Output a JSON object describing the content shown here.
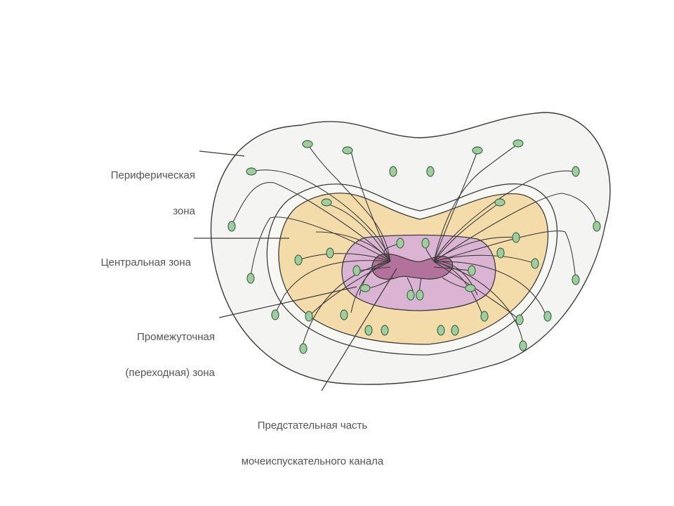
{
  "labels": {
    "peripheral": [
      "Периферическая",
      "зона"
    ],
    "central": "Центральная зона",
    "transitional": [
      "Промежуточная",
      "(переходная) зона"
    ],
    "urethra": [
      "Предстательная часть",
      "мочеиспускательного канала"
    ]
  },
  "colors": {
    "outline": "#3d3d3d",
    "peripheral_fill": "#f4f4f2",
    "central_fill": "#f3dca9",
    "transitional_fill": "#dab4d2",
    "urethra_fill": "#b2729c",
    "gland_fill": "#9fcda0",
    "gland_stroke": "#3f6d45",
    "duct": "#3d3d3d",
    "label_text": "#555555"
  },
  "icons": [
    "gland-acinus-icon"
  ]
}
